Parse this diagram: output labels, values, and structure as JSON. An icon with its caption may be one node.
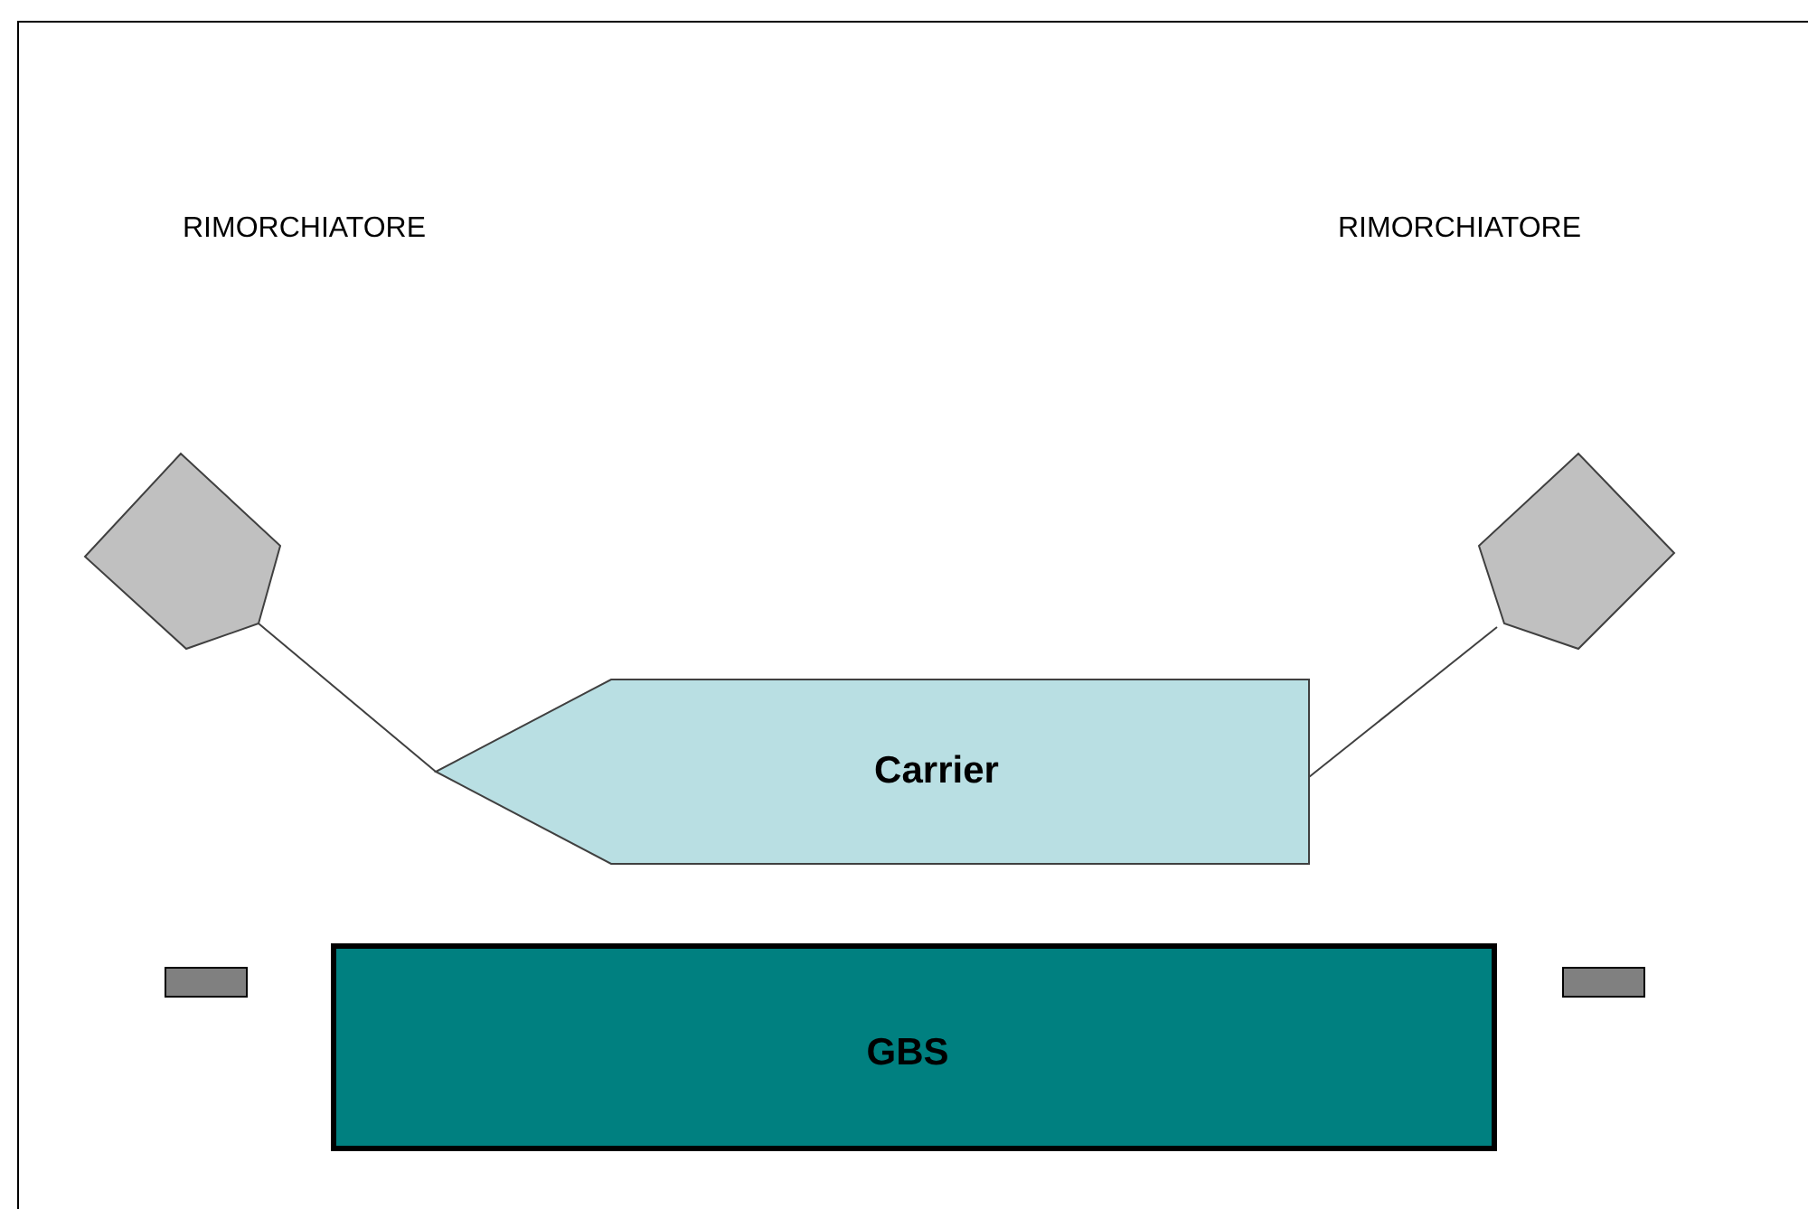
{
  "diagram": {
    "nodes": [
      {
        "text": [],
        "shape": "pentagon"
      },
      {
        "text": [],
        "shape": "pentagon"
      },
      {
        "text": [
          "Carrier"
        ]
      },
      {
        "text": [],
        "shape": "bar"
      },
      {
        "text": [
          "GBS"
        ]
      },
      {
        "text": [],
        "shape": "bar"
      }
    ],
    "edges": [
      {
        "from": 0,
        "to": 2,
        "arrow": "none"
      },
      {
        "from": 1,
        "to": 2,
        "arrow": "none"
      }
    ],
    "labels": [
      "RIMORCHIATORE",
      "RIMORCHIATORE"
    ]
  }
}
